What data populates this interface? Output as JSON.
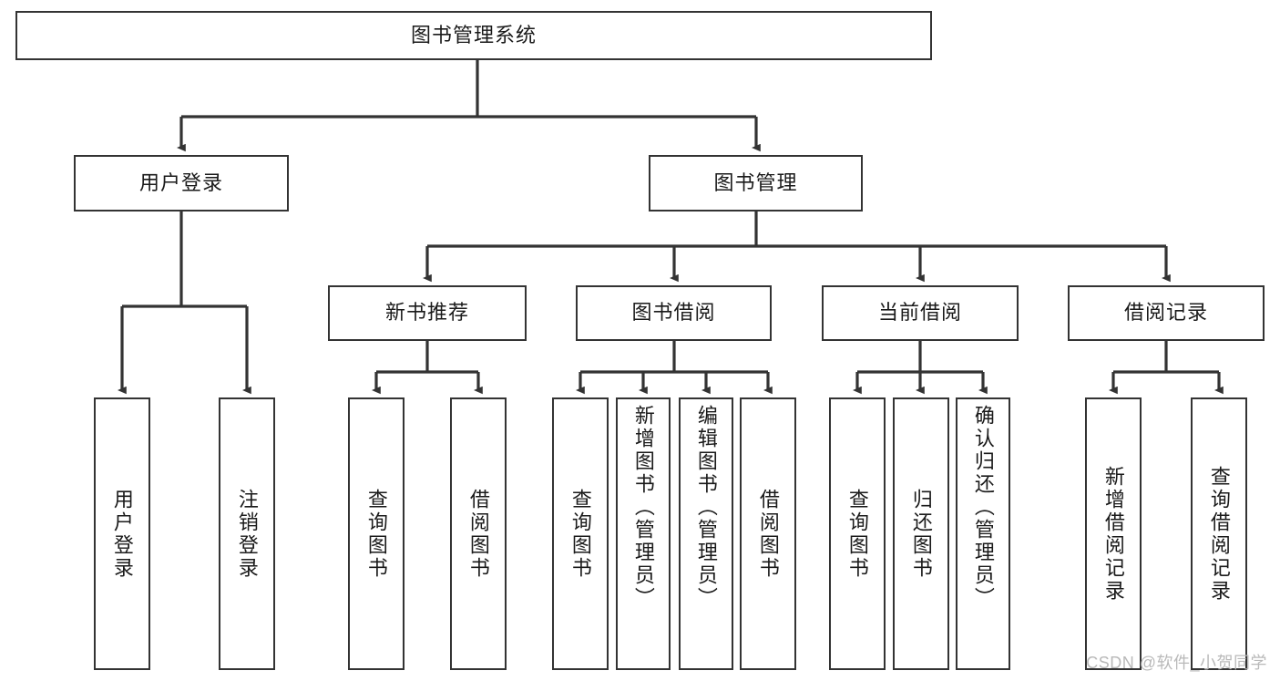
{
  "diagram": {
    "title": "图书管理系统",
    "type": "tree-hierarchy-diagram",
    "colors": {
      "box_border": "#333333",
      "box_fill": "#ffffff",
      "connector": "#333333",
      "text": "#1a1a1a",
      "watermark": "#b9b9b9",
      "background": "#ffffff"
    },
    "root": {
      "label": "图书管理系统"
    },
    "level2": [
      {
        "label": "用户登录"
      },
      {
        "label": "图书管理"
      }
    ],
    "level3": [
      {
        "label": "新书推荐"
      },
      {
        "label": "图书借阅"
      },
      {
        "label": "当前借阅"
      },
      {
        "label": "借阅记录"
      }
    ],
    "leaves": {
      "user_login": [
        {
          "label": "用户登录"
        },
        {
          "label": "注销登录"
        }
      ],
      "new_book_recommend": [
        {
          "label": "查询图书"
        },
        {
          "label": "借阅图书"
        }
      ],
      "book_borrow": [
        {
          "label": "查询图书"
        },
        {
          "label": "新增图书（管理员）"
        },
        {
          "label": "编辑图书（管理员）"
        },
        {
          "label": "借阅图书"
        }
      ],
      "current_borrow": [
        {
          "label": "查询图书"
        },
        {
          "label": "归还图书"
        },
        {
          "label": "确认归还（管理员）"
        }
      ],
      "borrow_record": [
        {
          "label": "新增借阅记录"
        },
        {
          "label": "查询借阅记录"
        }
      ]
    }
  },
  "watermark": {
    "text": "CSDN @软件_小贺同学"
  }
}
